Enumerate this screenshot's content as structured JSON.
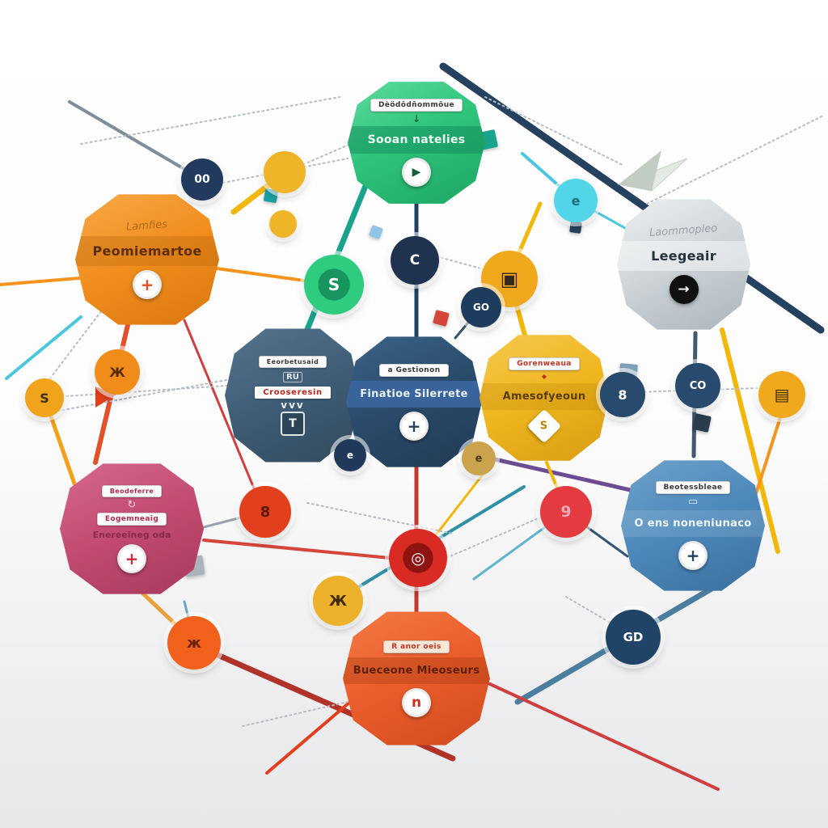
{
  "diagram_title": "",
  "palette": {
    "navy": "#24415f",
    "teal": "#1aa38c",
    "cyan": "#49c7de",
    "orange": "#f7941d",
    "amber": "#f2b70a",
    "red": "#d6453a",
    "darkred": "#b03228",
    "purple": "#6b4d94",
    "steel": "#4a7d9f",
    "gray_dash": "#b6bcc3"
  },
  "nodes": {
    "green": {
      "color": "#2fc47c",
      "chip": "Dèödôdñommöue",
      "arrow": "↓",
      "band": "Sooan natelies",
      "icon": "▶"
    },
    "orange": {
      "color": "#f08d1d",
      "script": "Lamfies",
      "band": "Peomiemartoe",
      "icon": "+"
    },
    "gray": {
      "color": "#c9d0d4",
      "script": "Laommopleo",
      "band": "Leegeair",
      "icon": "→"
    },
    "slate": {
      "color": "#3f5d75",
      "chip": "Eeorbetusaid",
      "glyph": "RU",
      "bar": "Crooseresin",
      "zigzag": "vvv",
      "icon": "T"
    },
    "navy": {
      "color": "#2a4a69",
      "chip": "a Gestionon",
      "band": "Finatioe Silerrete",
      "icon": "+"
    },
    "yellow": {
      "color": "#efb51f",
      "chip": "Gorenweaua",
      "diamond": "◆",
      "band": "Amesofyeoun",
      "icon": "S"
    },
    "pink": {
      "color": "#c34a70",
      "chip1": "Beodeferre",
      "refresh": "↻",
      "chip2": "Eogemneaig",
      "subtext": "Enereeineg oda",
      "icon": "+"
    },
    "blue": {
      "color": "#4c88ba",
      "chip": "Beotessbleae",
      "glyph": "▭",
      "band": "O ens noneniunaco",
      "icon": "+"
    },
    "redorange": {
      "color": "#ea5c2b",
      "chip": "R anor oeis",
      "band": "Bueceone Mieoseurs",
      "icon": "n"
    }
  },
  "dots": [
    {
      "name": "stat-dot",
      "glyph": "00"
    },
    {
      "name": "plain-dot-large",
      "glyph": ""
    },
    {
      "name": "plain-dot-small",
      "glyph": ""
    },
    {
      "name": "s-dot-green",
      "glyph": "S"
    },
    {
      "name": "c-dot-navy",
      "glyph": "C"
    },
    {
      "name": "camera-dot",
      "glyph": "▣"
    },
    {
      "name": "go-dot-navy",
      "glyph": "GO"
    },
    {
      "name": "e-dot-cyan",
      "glyph": "e"
    },
    {
      "name": "eight-dot-navy",
      "glyph": "8"
    },
    {
      "name": "co-dot-navy",
      "glyph": "CO"
    },
    {
      "name": "document-dot",
      "glyph": "▤"
    },
    {
      "name": "s-dot-yellow",
      "glyph": "S"
    },
    {
      "name": "paw-dot-orange",
      "glyph": "Ж"
    },
    {
      "name": "eight-dot-red",
      "glyph": "8"
    },
    {
      "name": "target-dot",
      "glyph": "◎"
    },
    {
      "name": "paw-dot-yellow",
      "glyph": "Ж"
    },
    {
      "name": "leaf-dot-orange",
      "glyph": "ж"
    },
    {
      "name": "nine-dot-red",
      "glyph": "9"
    },
    {
      "name": "gd-dot-navy",
      "glyph": "GD"
    },
    {
      "name": "e-dot-navy-small",
      "glyph": "e"
    },
    {
      "name": "e-dot-olive",
      "glyph": "e"
    }
  ]
}
